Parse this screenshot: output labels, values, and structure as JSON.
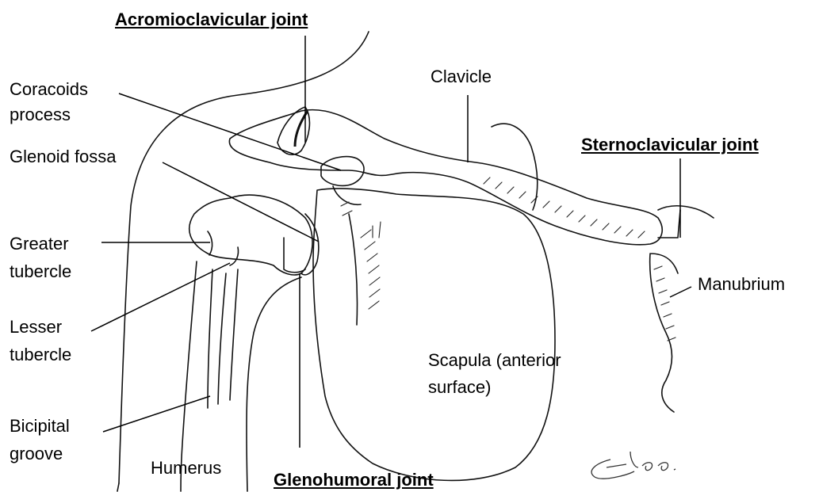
{
  "labels": {
    "acromioclavicular": "Acromioclavicular joint",
    "coracoids_1": "Coracoids",
    "coracoids_2": "process",
    "clavicle": "Clavicle",
    "glenoid": "Glenoid fossa",
    "sternoclavicular": "Sternoclavicular joint",
    "greater_1": "Greater",
    "greater_2": "tubercle",
    "manubrium": "Manubrium",
    "lesser_1": "Lesser",
    "lesser_2": "tubercle",
    "scapula_1": "Scapula (anterior",
    "scapula_2": "surface)",
    "bicipital_1": "Bicipital",
    "bicipital_2": "groove",
    "humerus": "Humerus",
    "glenohumeral": "Glenohumoral joint"
  },
  "signature": "Elee."
}
